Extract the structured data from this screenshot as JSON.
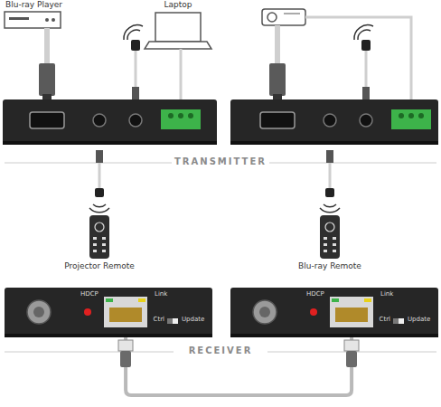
{
  "diagram": {
    "nodes": [
      {
        "text": [
          "HDCP",
          "Link",
          "Ctrl",
          "Update"
        ]
      },
      {
        "text": [
          "HDCP",
          "Link",
          "Ctrl",
          "Update"
        ]
      }
    ],
    "edges": [
      {
        "from": 0,
        "to": 1,
        "arrow": "none"
      }
    ],
    "labels": [
      "Blu-ray Player",
      "Laptop",
      "TRANSMITTER",
      "Projector Remote",
      "Blu-ray Remote",
      "RECEIVER"
    ]
  }
}
